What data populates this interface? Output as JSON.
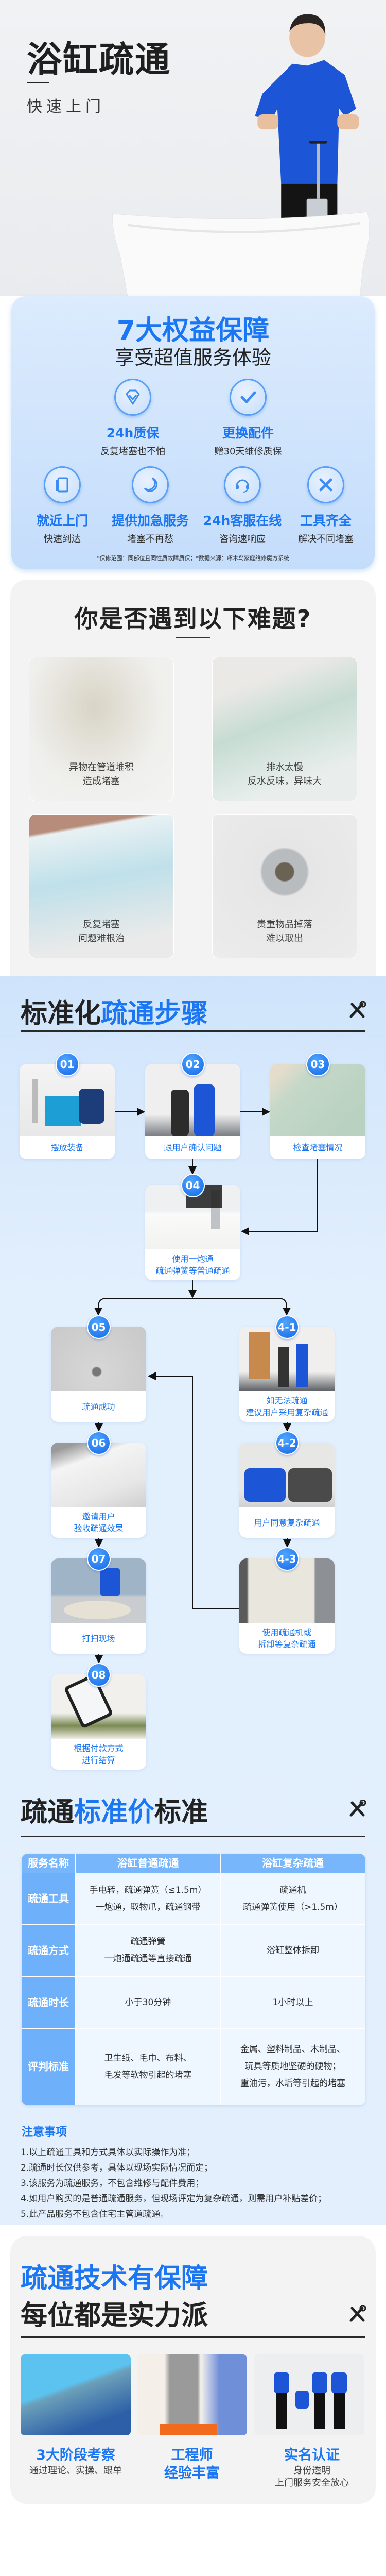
{
  "hero": {
    "title": "浴缸疏通",
    "subtitle": "快速上门"
  },
  "benefits": {
    "title": "7大权益保障",
    "subtitle": "享受超值服务体验",
    "items": [
      {
        "icon": "diamond-icon",
        "title": "24h质保",
        "desc": "反复堵塞也不怕"
      },
      {
        "icon": "check-icon",
        "title": "更换配件",
        "desc": "赠30天维修质保"
      },
      {
        "icon": "door-icon",
        "title": "就近上门",
        "desc": "快速到达"
      },
      {
        "icon": "moon-icon",
        "title": "提供加急服务",
        "desc": "堵塞不再愁"
      },
      {
        "icon": "headset-icon",
        "title": "24h客服在线",
        "desc": "咨询速响应"
      },
      {
        "icon": "tools-icon",
        "title": "工具齐全",
        "desc": "解决不同堵塞"
      }
    ],
    "note": "*保修范围：同部位且同性质故障质保；*数据来源：啄木鸟家庭维修魔方系统"
  },
  "problems": {
    "title": "你是否遇到以下难题?",
    "items": [
      {
        "caption": "异物在管道堆积\n造成堵塞"
      },
      {
        "caption": "排水太慢\n反水反味，异味大"
      },
      {
        "caption": "反复堵塞\n问题难根治"
      },
      {
        "caption": "贵重物品掉落\n难以取出"
      }
    ]
  },
  "process": {
    "title_dark": "标准化",
    "title_blue": "疏通步骤",
    "steps": [
      {
        "badge": "01",
        "label": "摆放装备"
      },
      {
        "badge": "02",
        "label": "跟用户确认问题"
      },
      {
        "badge": "03",
        "label": "检查堵塞情况"
      },
      {
        "badge": "04",
        "label": "使用一炮通\n疏通弹簧等普通疏通"
      },
      {
        "badge": "05",
        "label": "疏通成功"
      },
      {
        "badge": "4-1",
        "label": "如无法疏通\n建议用户采用复杂疏通"
      },
      {
        "badge": "06",
        "label": "邀请用户\n验收疏通效果"
      },
      {
        "badge": "4-2",
        "label": "用户同意复杂疏通"
      },
      {
        "badge": "07",
        "label": "打扫现场"
      },
      {
        "badge": "4-3",
        "label": "使用疏通机或\n拆卸等复杂疏通"
      },
      {
        "badge": "08",
        "label": "根据付款方式\n进行结算"
      }
    ]
  },
  "pricing": {
    "title_dark1": "疏通",
    "title_blue": "标准价",
    "title_dark2": "标准",
    "headers": [
      "服务名称",
      "浴缸普通疏通",
      "浴缸复杂疏通"
    ],
    "rows": [
      {
        "name": "疏通工具",
        "normal": "手电转，疏通弹簧（≤1.5m）\n一炮通，取物爪，疏通钢带",
        "complex": "疏通机\n疏通弹簧使用（>1.5m）"
      },
      {
        "name": "疏通方式",
        "normal": "疏通弹簧\n一炮通疏通等直接疏通",
        "complex": "浴缸整体拆卸"
      },
      {
        "name": "疏通时长",
        "normal": "小于30分钟",
        "complex": "1小时以上"
      },
      {
        "name": "评判标准",
        "normal": "卫生纸、毛巾、布料、\n毛发等软物引起的堵塞",
        "complex": "金属、塑料制品、木制品、\n玩具等质地坚硬的硬物；\n重油污，水垢等引起的堵塞"
      }
    ],
    "notes_title": "注意事项",
    "notes": [
      "1.以上疏通工具和方式具体以实际操作为准；",
      "2.疏通时长仅供参考，具体以现场实际情况而定；",
      "3.该服务为疏通服务，不包含维修与配件费用；",
      "4.如用户购买的是普通疏通服务，但现场评定为复杂疏通，则需用户补贴差价；",
      "5.此产品服务不包含住宅主管道疏通。"
    ]
  },
  "team": {
    "title_blue": "疏通技术有保障",
    "title_dark": "每位都是实力派",
    "items": [
      {
        "title": "3大阶段考察",
        "desc": "通过理论、实操、跟单"
      },
      {
        "title": "工程师",
        "title2": "经验丰富"
      },
      {
        "title": "实名认证",
        "desc": "身份透明\n上门服务安全放心"
      }
    ]
  }
}
